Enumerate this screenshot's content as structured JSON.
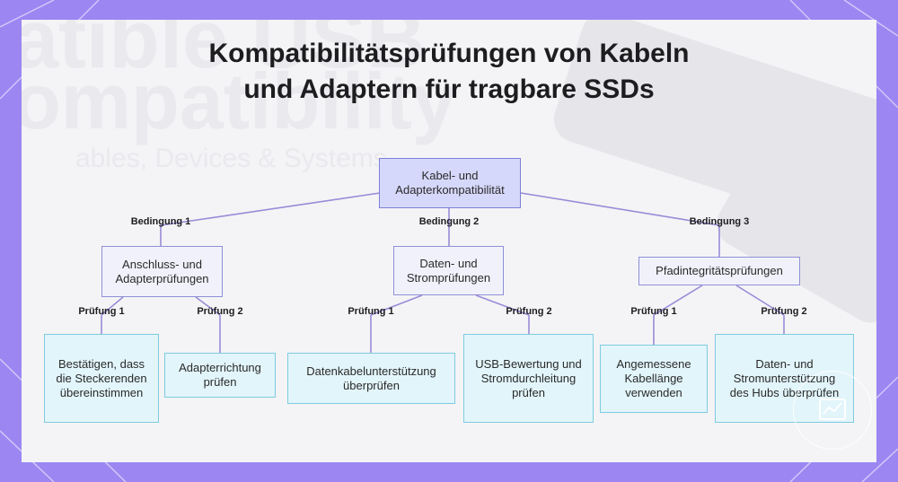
{
  "diagram": {
    "title_line1": "Kompatibilitätsprüfungen von Kabeln",
    "title_line2": "und Adaptern für tragbare SSDs",
    "root": "Kabel- und Adapterkompatibilität",
    "branches": [
      {
        "label": "Bedingung 1",
        "node": "Anschluss- und Adapterprüfungen",
        "children": [
          {
            "label": "Prüfung 1",
            "node": "Bestätigen, dass die Steckerenden übereinstimmen"
          },
          {
            "label": "Prüfung 2",
            "node": "Adapterrichtung prüfen"
          }
        ]
      },
      {
        "label": "Bedingung 2",
        "node": "Daten- und Stromprüfungen",
        "children": [
          {
            "label": "Prüfung 1",
            "node": "Datenkabelunterstützung überprüfen"
          },
          {
            "label": "Prüfung 2",
            "node": "USB-Bewertung und Stromdurchleitung prüfen"
          }
        ]
      },
      {
        "label": "Bedingung 3",
        "node": "Pfadintegritätsprüfungen",
        "children": [
          {
            "label": "Prüfung 1",
            "node": "Angemessene Kabellänge verwenden"
          },
          {
            "label": "Prüfung 2",
            "node": "Daten- und Stromunterstützung des Hubs überprüfen"
          }
        ]
      }
    ]
  },
  "colors": {
    "frame": "#9b86f2",
    "root_fill": "#d6d8fb",
    "mid_fill": "#f1f1fb",
    "leaf_fill": "#e2f5fb",
    "connector": "#9b8ad8"
  }
}
